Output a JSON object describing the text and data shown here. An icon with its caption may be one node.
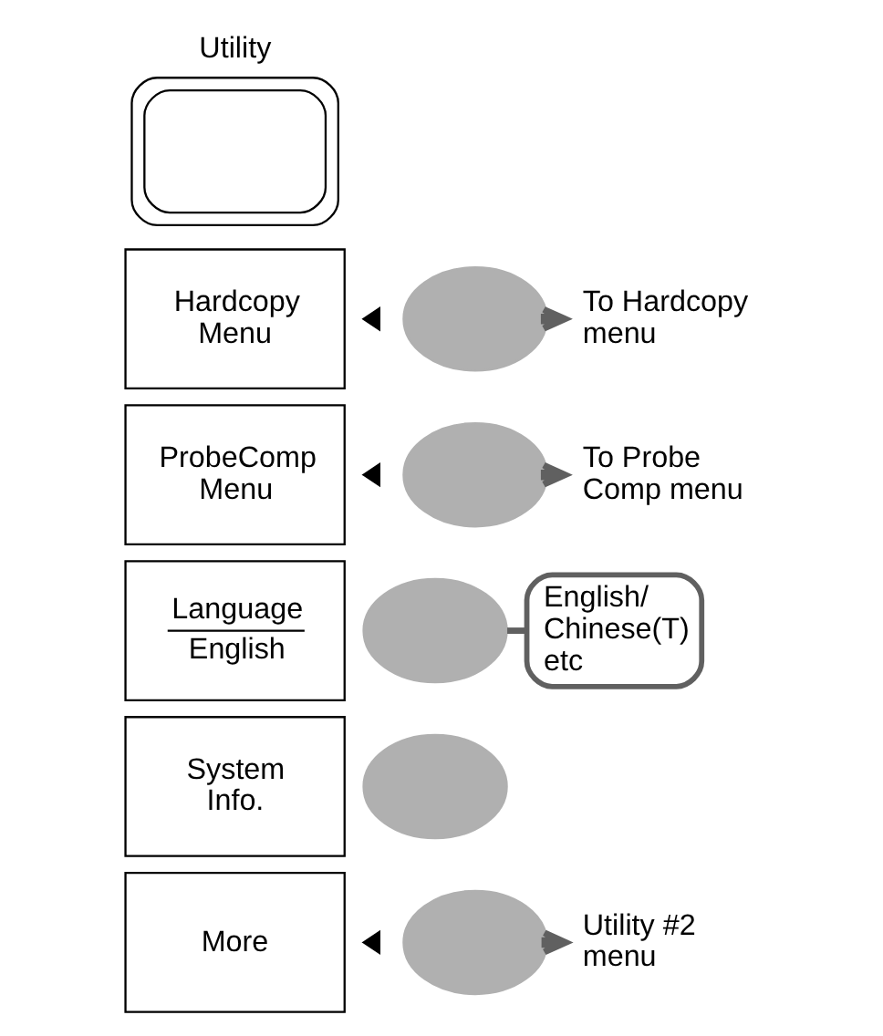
{
  "diagram": {
    "nodes": [
      {
        "text": [
          "Utility"
        ]
      },
      {
        "text": [
          "Hardcopy Menu"
        ]
      },
      {
        "text": [
          "ProbeComp Menu"
        ]
      },
      {
        "text": [
          "Language",
          "English"
        ]
      },
      {
        "text": [
          "System Info."
        ]
      },
      {
        "text": [
          "More"
        ]
      },
      {
        "text": [],
        "shape": "ellipse"
      },
      {
        "text": [],
        "shape": "ellipse"
      },
      {
        "text": [],
        "shape": "ellipse"
      },
      {
        "text": [],
        "shape": "ellipse"
      },
      {
        "text": [],
        "shape": "ellipse"
      },
      {
        "text": [
          "To Hardcopy menu"
        ]
      },
      {
        "text": [
          "To Probe Comp menu"
        ]
      },
      {
        "text": [
          "English/ Chinese(T) etc"
        ]
      },
      {
        "text": [
          "Utility #2 menu"
        ]
      }
    ],
    "edges": [
      {
        "from": 6,
        "to": 11,
        "arrow": "to"
      },
      {
        "from": 7,
        "to": 12,
        "arrow": "to"
      },
      {
        "from": 8,
        "to": 13,
        "arrow": "none"
      },
      {
        "from": 10,
        "to": 14,
        "arrow": "to"
      }
    ]
  }
}
